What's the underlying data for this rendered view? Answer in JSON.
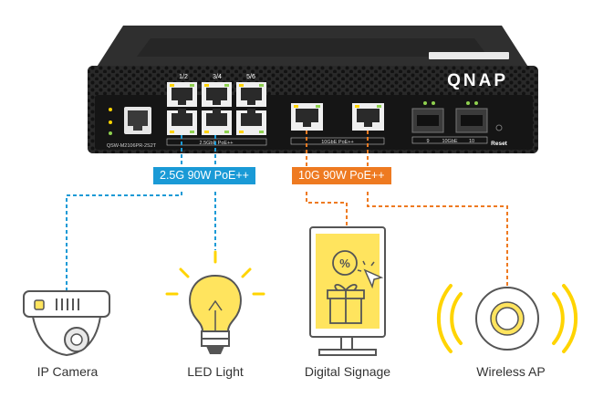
{
  "brand": "QNAP",
  "model_label": "QSW-M2106PR-2S2T",
  "port_group_labels": [
    "1/2",
    "3/4",
    "5/6"
  ],
  "port_speed_labels": {
    "rj45_25g": "2.5GbE PoE++",
    "rj45_10g": "10GbE PoE++",
    "sfp": "10GbE"
  },
  "sfp_numbers": [
    "9",
    "10"
  ],
  "reset_label": "Reset",
  "badges": {
    "poe_25g": "2.5G 90W PoE++",
    "poe_10g": "10G 90W PoE++"
  },
  "devices": {
    "ip_camera": "IP Camera",
    "led_light": "LED Light",
    "digital_signage": "Digital Signage",
    "wireless_ap": "Wireless AP"
  },
  "colors": {
    "poe_25g": "#1a9ad6",
    "poe_10g": "#ee7a21",
    "highlight": "#ffe45e",
    "chassis": "#1e1e1e"
  }
}
